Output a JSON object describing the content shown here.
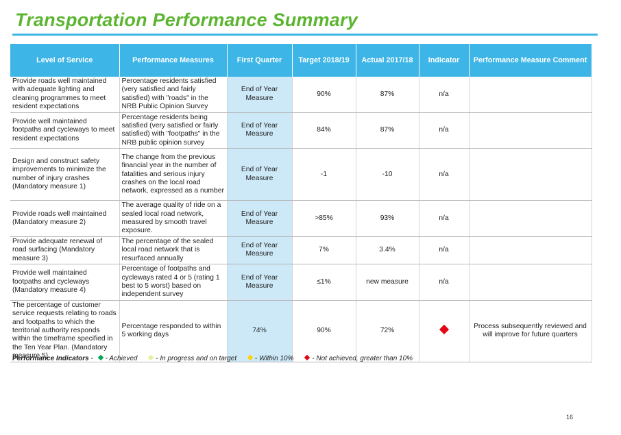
{
  "title": "Transportation Performance Summary",
  "headers": [
    "Level of Service",
    "Performance Measures",
    "First Quarter",
    "Target 2018/19",
    "Actual 2017/18",
    "Indicator",
    "Performance Measure Comment"
  ],
  "rows": [
    {
      "los": "Provide roads well maintained with adequate lighting and cleaning programmes to meet resident expectations",
      "measure": "Percentage residents satisfied (very satisfied and fairly satisfied) with \"roads\" in the NRB Public Opinion Survey",
      "q1": "End of Year Measure",
      "target": "90%",
      "actual": "87%",
      "indicator": "n/a",
      "comment": ""
    },
    {
      "los": "Provide well maintained footpaths and cycleways to meet resident expectations",
      "measure": "Percentage residents being satisfied (very satisfied or fairly satisfied) with \"footpaths\" in the NRB public opinion survey",
      "q1": "End of Year Measure",
      "target": "84%",
      "actual": "87%",
      "indicator": "n/a",
      "comment": ""
    },
    {
      "los": "Design and construct safety improvements to minimize the number of injury crashes (Mandatory measure 1)",
      "measure": "The change from the previous financial year in the number of fatalities and serious injury crashes on the local road network, expressed as a number",
      "q1": "End of Year Measure",
      "target": "-1",
      "actual": "-10",
      "indicator": "n/a",
      "comment": ""
    },
    {
      "los": "Provide roads well maintained (Mandatory measure 2)",
      "measure": "The average quality of ride on a sealed local road network, measured by smooth travel exposure.",
      "q1": "End of Year Measure",
      "target": ">85%",
      "actual": "93%",
      "indicator": "n/a",
      "comment": ""
    },
    {
      "los": "Provide adequate renewal of road surfacing (Mandatory measure 3)",
      "measure": "The percentage of the sealed local road network that is resurfaced annually",
      "q1": "End of Year Measure",
      "target": "7%",
      "actual": "3.4%",
      "indicator": "n/a",
      "comment": ""
    },
    {
      "los": "Provide well maintained footpaths and cycleways (Mandatory measure 4)",
      "measure": "Percentage of footpaths and cycleways rated 4 or 5 (rating 1 best to 5 worst) based on independent survey",
      "q1": "End of Year Measure",
      "target": "≤1%",
      "actual": "new measure",
      "indicator": "n/a",
      "comment": ""
    },
    {
      "los": "The percentage of customer service requests relating to roads and footpaths to which the territorial authority responds within the timeframe specified in the Ten Year Plan. (Mandatory measure 5)",
      "measure": "Percentage responded to within 5 working days",
      "q1": "74%",
      "target": "90%",
      "actual": "72%",
      "indicator": "",
      "indicator_icon": "red-diamond",
      "comment": "Process subsequently reviewed and will improve for future quarters"
    }
  ],
  "legend": {
    "label": "Performance Indicators",
    "items": [
      {
        "text": "- Achieved",
        "color": "#00a651"
      },
      {
        "text": "- In progress and on target",
        "color": "#e6f0a0"
      },
      {
        "text": "- Within 10%",
        "color": "#ffd200"
      },
      {
        "text": "- Not achieved, greater than 10%",
        "color": "#e30613"
      }
    ]
  },
  "page_number": "16",
  "colors": {
    "title": "#5cb531",
    "header_bg": "#3db5e6",
    "quarter_bg": "#cde9f8",
    "rule": "#3cb6e6"
  }
}
